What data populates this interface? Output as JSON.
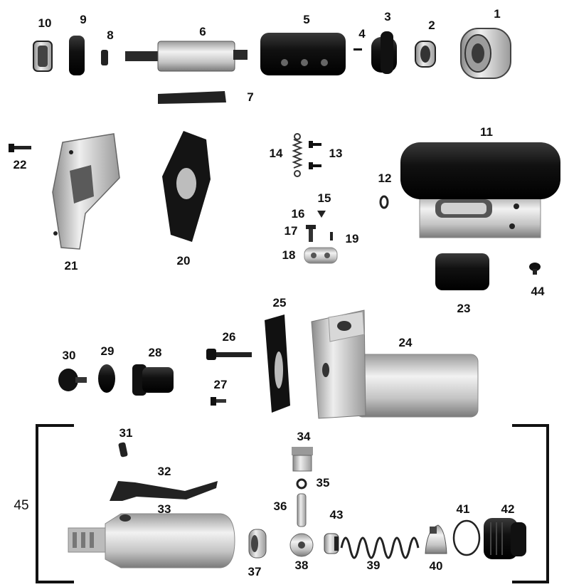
{
  "figure": {
    "parts": [
      {
        "id": "1",
        "shape": "bushing"
      },
      {
        "id": "2",
        "shape": "ring"
      },
      {
        "id": "3",
        "shape": "flanged-bushing"
      },
      {
        "id": "4",
        "shape": "pin"
      },
      {
        "id": "5",
        "shape": "rotor-housing"
      },
      {
        "id": "6",
        "shape": "shaft"
      },
      {
        "id": "7",
        "shape": "vane"
      },
      {
        "id": "8",
        "shape": "pin"
      },
      {
        "id": "9",
        "shape": "end-plate"
      },
      {
        "id": "10",
        "shape": "bearing"
      },
      {
        "id": "11",
        "shape": "muffler-sleeve"
      },
      {
        "id": "12",
        "shape": "o-ring"
      },
      {
        "id": "13",
        "shape": "screw"
      },
      {
        "id": "14",
        "shape": "spring"
      },
      {
        "id": "15",
        "shape": "screw"
      },
      {
        "id": "16",
        "shape": "screw"
      },
      {
        "id": "17",
        "shape": "screw"
      },
      {
        "id": "18",
        "shape": "clamp"
      },
      {
        "id": "19",
        "shape": "pin"
      },
      {
        "id": "20",
        "shape": "gasket"
      },
      {
        "id": "21",
        "shape": "bracket"
      },
      {
        "id": "22",
        "shape": "screw"
      },
      {
        "id": "23",
        "shape": "filter"
      },
      {
        "id": "24",
        "shape": "motor-housing"
      },
      {
        "id": "25",
        "shape": "gasket"
      },
      {
        "id": "26",
        "shape": "bolt"
      },
      {
        "id": "27",
        "shape": "screw"
      },
      {
        "id": "28",
        "shape": "bushing"
      },
      {
        "id": "29",
        "shape": "washer"
      },
      {
        "id": "30",
        "shape": "plug"
      },
      {
        "id": "31",
        "shape": "pin"
      },
      {
        "id": "32",
        "shape": "lever"
      },
      {
        "id": "33",
        "shape": "handle"
      },
      {
        "id": "34",
        "shape": "valve-nut"
      },
      {
        "id": "35",
        "shape": "o-ring"
      },
      {
        "id": "36",
        "shape": "valve-stem"
      },
      {
        "id": "37",
        "shape": "bushing"
      },
      {
        "id": "38",
        "shape": "valve-seat"
      },
      {
        "id": "39",
        "shape": "spring"
      },
      {
        "id": "40",
        "shape": "valve"
      },
      {
        "id": "41",
        "shape": "ring"
      },
      {
        "id": "42",
        "shape": "inlet-nut"
      },
      {
        "id": "43",
        "shape": "bushing"
      },
      {
        "id": "44",
        "shape": "screw"
      }
    ],
    "assembly_label": "45",
    "colors": {
      "metal": "#c8c8c8",
      "dark": "#1a1a1a",
      "line": "#111111"
    }
  }
}
